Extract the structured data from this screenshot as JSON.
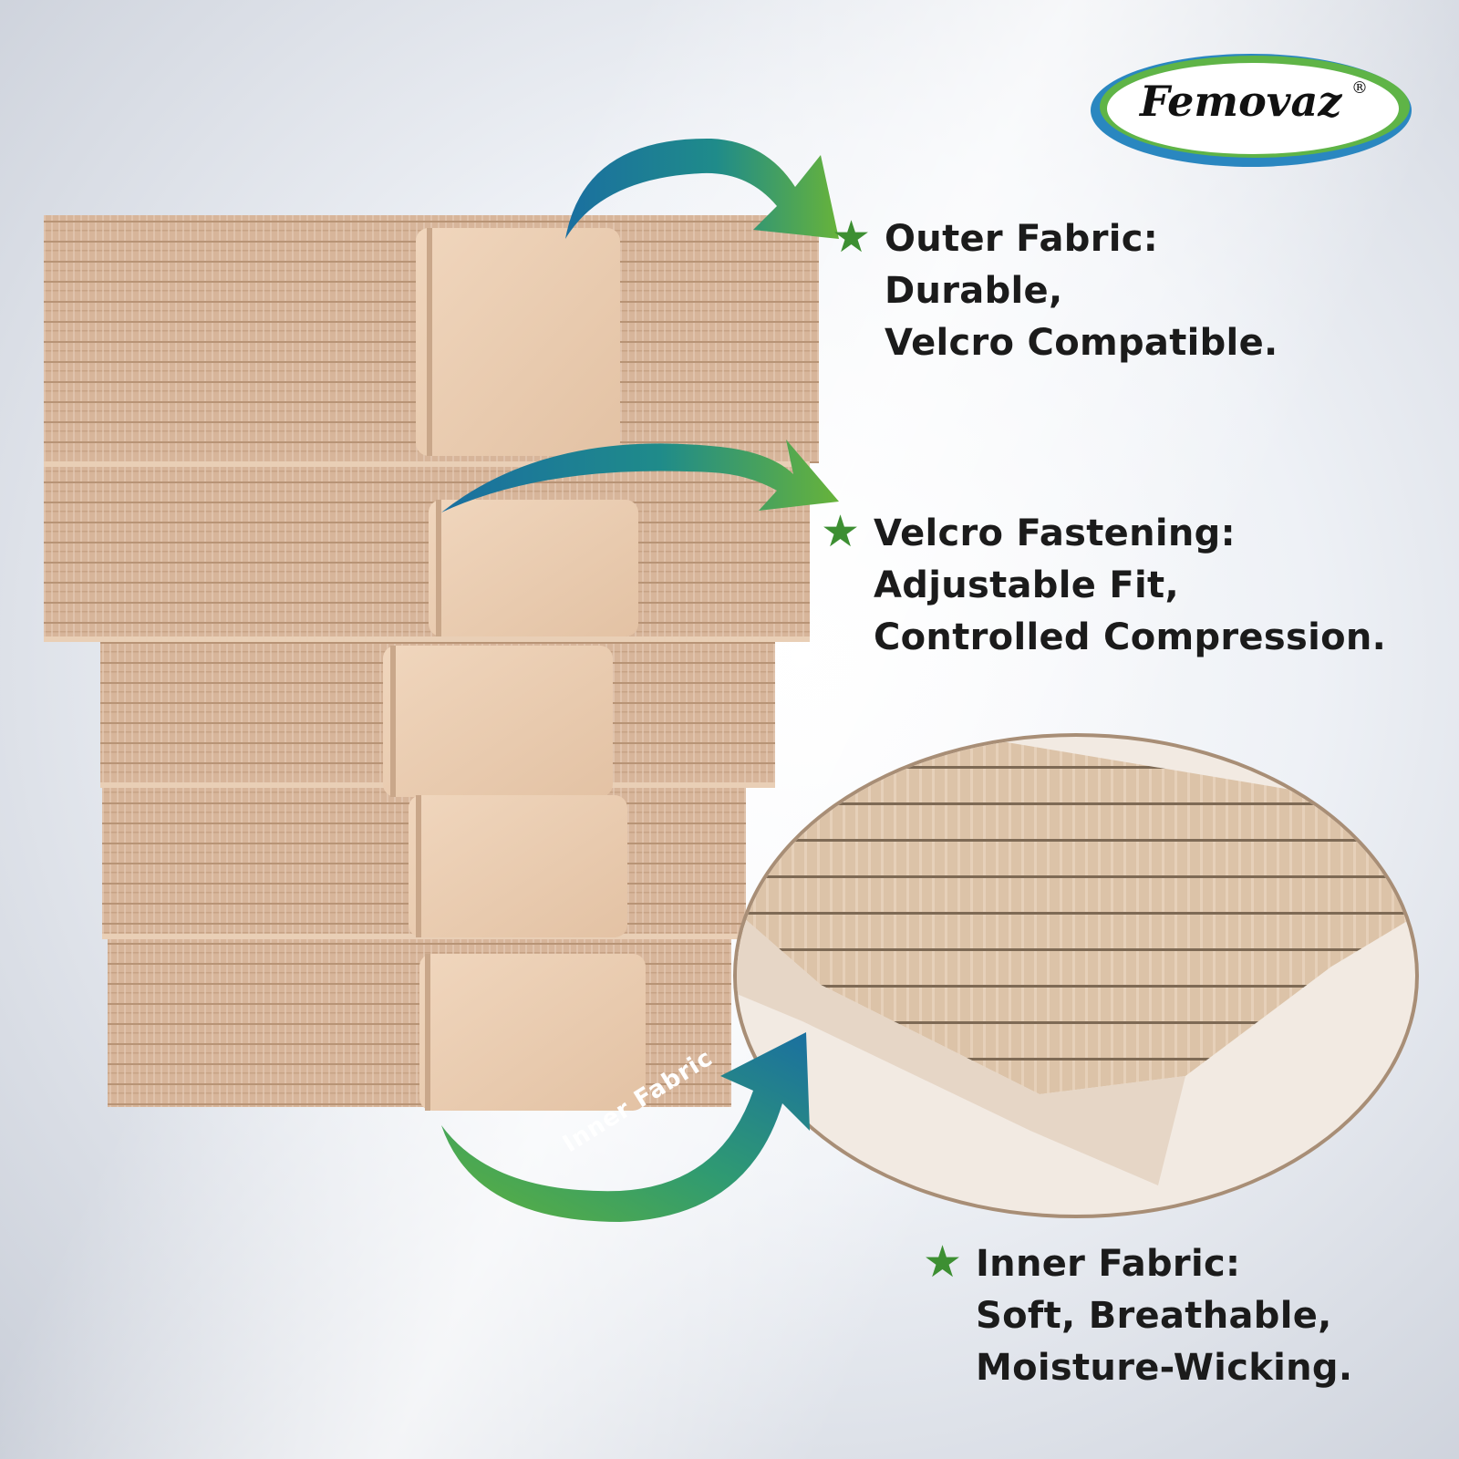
{
  "logo": {
    "brand": "Femovaz",
    "reg_mark": "®"
  },
  "features": [
    {
      "heading": "Outer Fabric:",
      "lines": [
        "Durable,",
        "Velcro Compatible."
      ]
    },
    {
      "heading": "Velcro Fastening:",
      "lines": [
        "Adjustable Fit,",
        "Controlled Compression."
      ]
    },
    {
      "heading": "Inner Fabric:",
      "lines": [
        "Soft, Breathable,",
        "Moisture-Wicking."
      ]
    }
  ],
  "arrow_label": "Inner Fabric",
  "icons": [
    "star-icon",
    "arrow-icon"
  ],
  "colors": {
    "accent_green": "#3d8f32",
    "arrow_blue": "#1b6f9e",
    "fabric": "#d8b79a"
  }
}
